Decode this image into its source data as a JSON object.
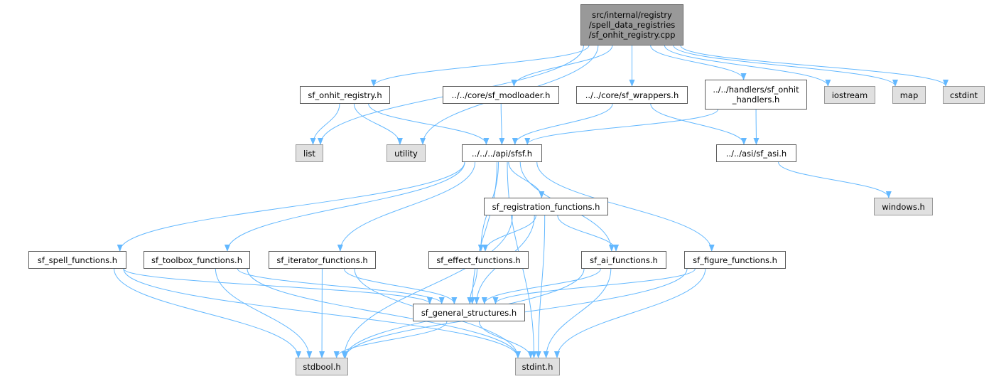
{
  "colors": {
    "edge": "#63b8ff",
    "border": "#666666",
    "system_fill": "#e0e0e0",
    "root_fill": "#999999"
  },
  "nodes": {
    "root": "src/internal/registry\n/spell_data_registries\n/sf_onhit_registry.cpp",
    "sf_onhit_registry_h": "sf_onhit_registry.h",
    "modloader": "../../core/sf_modloader.h",
    "wrappers": "../../core/sf_wrappers.h",
    "onhit_handlers": "../../handlers/sf_onhit\n_handlers.h",
    "iostream": "iostream",
    "map": "map",
    "cstdint": "cstdint",
    "list": "list",
    "utility": "utility",
    "sfsf": "../../../api/sfsf.h",
    "sf_asi": "../../asi/sf_asi.h",
    "windows": "windows.h",
    "registration": "sf_registration_functions.h",
    "spell": "sf_spell_functions.h",
    "toolbox": "sf_toolbox_functions.h",
    "iterator": "sf_iterator_functions.h",
    "effect": "sf_effect_functions.h",
    "ai": "sf_ai_functions.h",
    "figure": "sf_figure_functions.h",
    "general": "sf_general_structures.h",
    "stdbool": "stdbool.h",
    "stdint": "stdint.h"
  },
  "edges": [
    [
      "root",
      "sf_onhit_registry_h"
    ],
    [
      "root",
      "modloader"
    ],
    [
      "root",
      "wrappers"
    ],
    [
      "root",
      "onhit_handlers"
    ],
    [
      "root",
      "iostream"
    ],
    [
      "root",
      "map"
    ],
    [
      "root",
      "cstdint"
    ],
    [
      "root",
      "list"
    ],
    [
      "root",
      "utility"
    ],
    [
      "sf_onhit_registry_h",
      "list"
    ],
    [
      "sf_onhit_registry_h",
      "utility"
    ],
    [
      "sf_onhit_registry_h",
      "sfsf"
    ],
    [
      "modloader",
      "sfsf"
    ],
    [
      "wrappers",
      "sfsf"
    ],
    [
      "wrappers",
      "sf_asi"
    ],
    [
      "onhit_handlers",
      "sfsf"
    ],
    [
      "onhit_handlers",
      "sf_asi"
    ],
    [
      "sf_asi",
      "windows"
    ],
    [
      "sfsf",
      "registration"
    ],
    [
      "sfsf",
      "spell"
    ],
    [
      "sfsf",
      "toolbox"
    ],
    [
      "sfsf",
      "iterator"
    ],
    [
      "sfsf",
      "effect"
    ],
    [
      "sfsf",
      "ai"
    ],
    [
      "sfsf",
      "figure"
    ],
    [
      "sfsf",
      "general"
    ],
    [
      "sfsf",
      "stdint"
    ],
    [
      "registration",
      "effect"
    ],
    [
      "registration",
      "ai"
    ],
    [
      "registration",
      "general"
    ],
    [
      "registration",
      "stdbool"
    ],
    [
      "registration",
      "stdint"
    ],
    [
      "spell",
      "general"
    ],
    [
      "spell",
      "stdbool"
    ],
    [
      "spell",
      "stdint"
    ],
    [
      "toolbox",
      "general"
    ],
    [
      "toolbox",
      "stdbool"
    ],
    [
      "toolbox",
      "stdint"
    ],
    [
      "iterator",
      "general"
    ],
    [
      "iterator",
      "stdbool"
    ],
    [
      "iterator",
      "stdint"
    ],
    [
      "effect",
      "general"
    ],
    [
      "ai",
      "general"
    ],
    [
      "ai",
      "stdbool"
    ],
    [
      "ai",
      "stdint"
    ],
    [
      "figure",
      "general"
    ],
    [
      "figure",
      "stdbool"
    ],
    [
      "figure",
      "stdint"
    ],
    [
      "general",
      "stdbool"
    ],
    [
      "general",
      "stdint"
    ]
  ]
}
